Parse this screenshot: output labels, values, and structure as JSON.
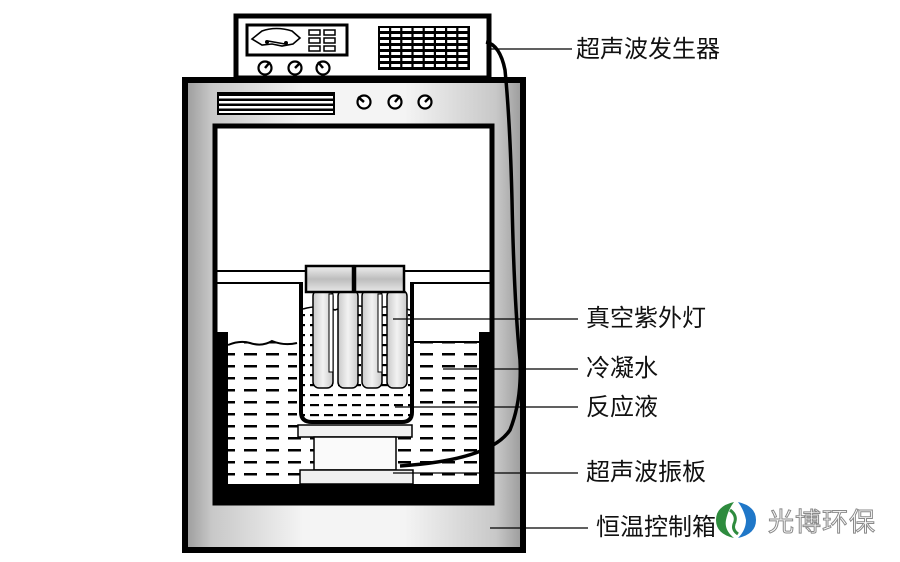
{
  "diagram": {
    "title": "超声波-紫外光反应装置示意图",
    "labels": {
      "ultrasonic_generator": "超声波发生器",
      "vacuum_uv_lamp": "真空紫外灯",
      "condensate_water": "冷凝水",
      "reaction_liquid": "反应液",
      "ultrasonic_plate": "超声波振板",
      "thermostat_box": "恒温控制箱"
    },
    "generator": {
      "knob_count": 3,
      "button_count": 6
    },
    "cabinet": {
      "knob_count": 3
    },
    "uv_lamp_tube_count": 4
  },
  "watermark": {
    "text": "光博环保",
    "colors": {
      "green": "#2e8b3e",
      "blue": "#1f77c8"
    }
  },
  "colors": {
    "outline": "#000000",
    "cabinet_gray": "#bdbdbd",
    "background": "#ffffff"
  }
}
